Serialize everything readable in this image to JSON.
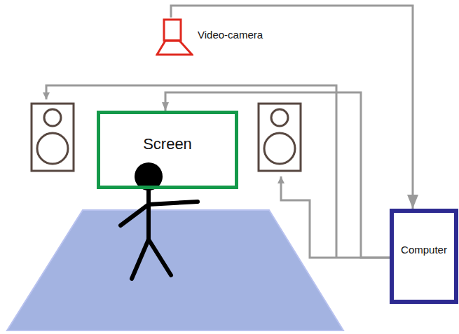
{
  "diagram": {
    "nodes": [
      {
        "text": [
          "Video-camera"
        ]
      },
      {
        "text": [
          "Screen"
        ]
      },
      {
        "text": [
          "Computer"
        ]
      }
    ],
    "edges": [
      {
        "from": 0,
        "to": 2,
        "arrow": "to"
      },
      {
        "from": 2,
        "to": 1,
        "arrow": "to"
      }
    ]
  }
}
